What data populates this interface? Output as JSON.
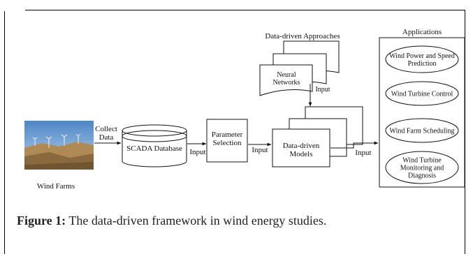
{
  "diagram": {
    "wind_farms_label": "Wind Farms",
    "collect_data_line1": "Collect",
    "collect_data_line2": "Data",
    "scada_database": "SCADA Database",
    "input_1": "Input",
    "parameter_line1": "Parameter",
    "parameter_line2": "Selection",
    "input_2": "Input",
    "data_driven_approaches": "Data-driven Approaches",
    "neural_line1": "Neural",
    "neural_line2": "Networks",
    "input_3": "Input",
    "models_line1": "Data-driven",
    "models_line2": "Models",
    "input_4": "Input",
    "applications_title": "Applications",
    "app_items": [
      [
        "Wind Power and Speed",
        "Prediction"
      ],
      [
        "Wind Turbine Control"
      ],
      [
        "Wind Farm Scheduling"
      ],
      [
        "Wind Turbine",
        "Monitoring and",
        "Diagnosis"
      ]
    ]
  },
  "caption": {
    "label": "Figure 1:",
    "text": " The data-driven framework in wind energy studies."
  }
}
